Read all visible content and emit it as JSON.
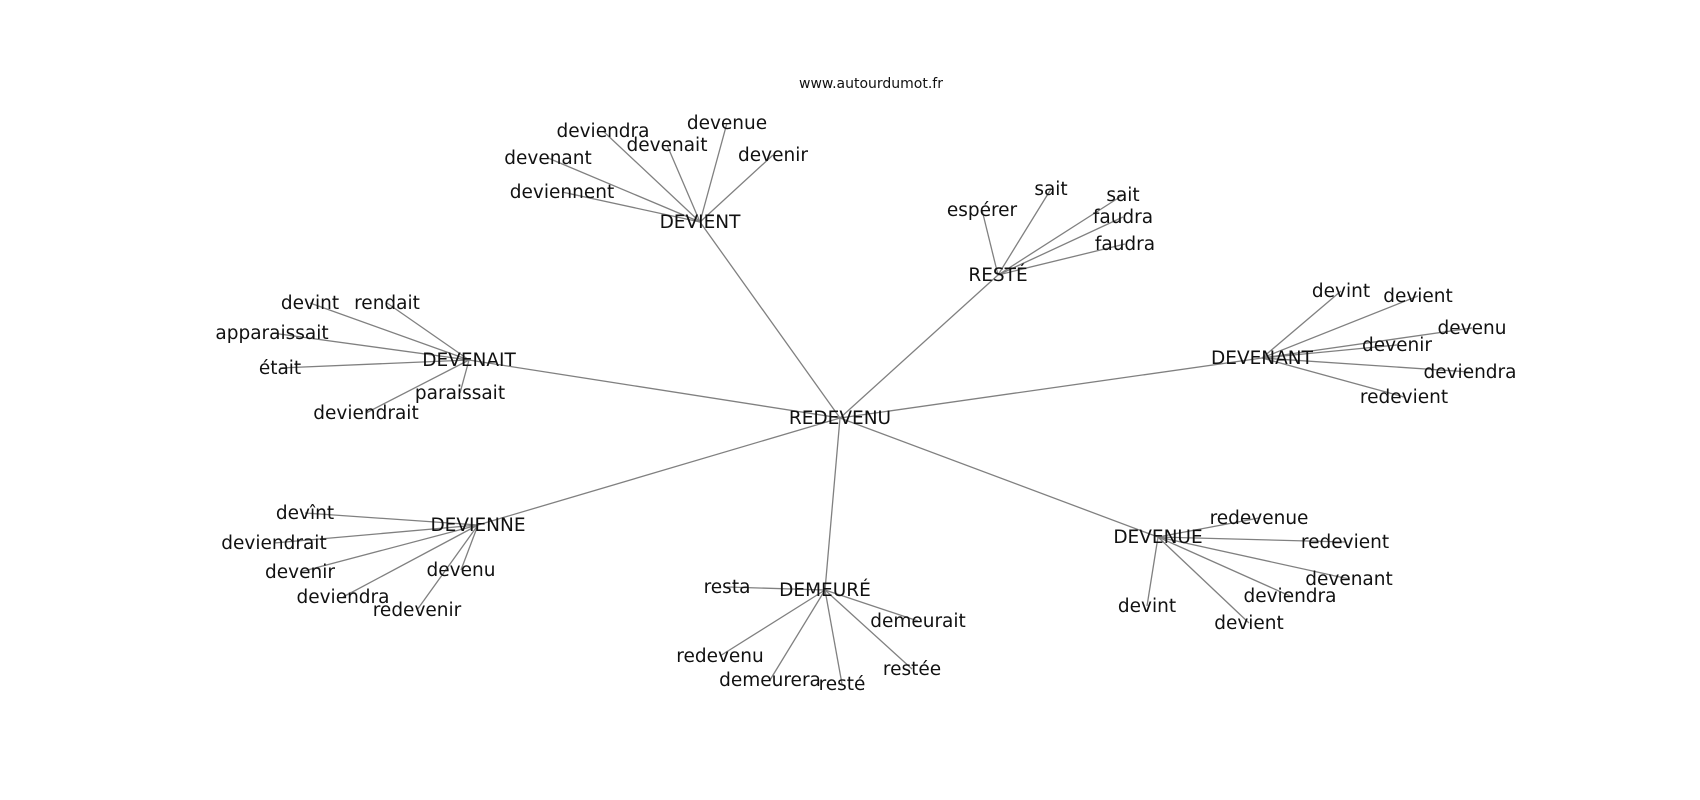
{
  "site": "www.autourdumot.fr",
  "center": "REDEVENU",
  "clusters": [
    {
      "label": "DEVIENT",
      "words": [
        "deviendra",
        "devenue",
        "devenait",
        "devenir",
        "devenant",
        "deviennent"
      ]
    },
    {
      "label": "RESTÉ",
      "words": [
        "espérer",
        "sait",
        "sait",
        "faudra",
        "faudra"
      ]
    },
    {
      "label": "DEVENAIT",
      "words": [
        "rendait",
        "devint",
        "apparaissait",
        "était",
        "paraissait",
        "deviendrait"
      ]
    },
    {
      "label": "DEVENANT",
      "words": [
        "devint",
        "devient",
        "devenu",
        "devenir",
        "deviendra",
        "redevient"
      ]
    },
    {
      "label": "DEVIENNE",
      "words": [
        "devînt",
        "deviendrait",
        "devenir",
        "devenu",
        "deviendra",
        "redevenir"
      ]
    },
    {
      "label": "DEMEURÉ",
      "words": [
        "resta",
        "demeurait",
        "redevenu",
        "restée",
        "demeurera",
        "resté"
      ]
    },
    {
      "label": "DEVENUE",
      "words": [
        "redevenue",
        "redevient",
        "devenant",
        "deviendra",
        "devint",
        "devient"
      ]
    }
  ]
}
